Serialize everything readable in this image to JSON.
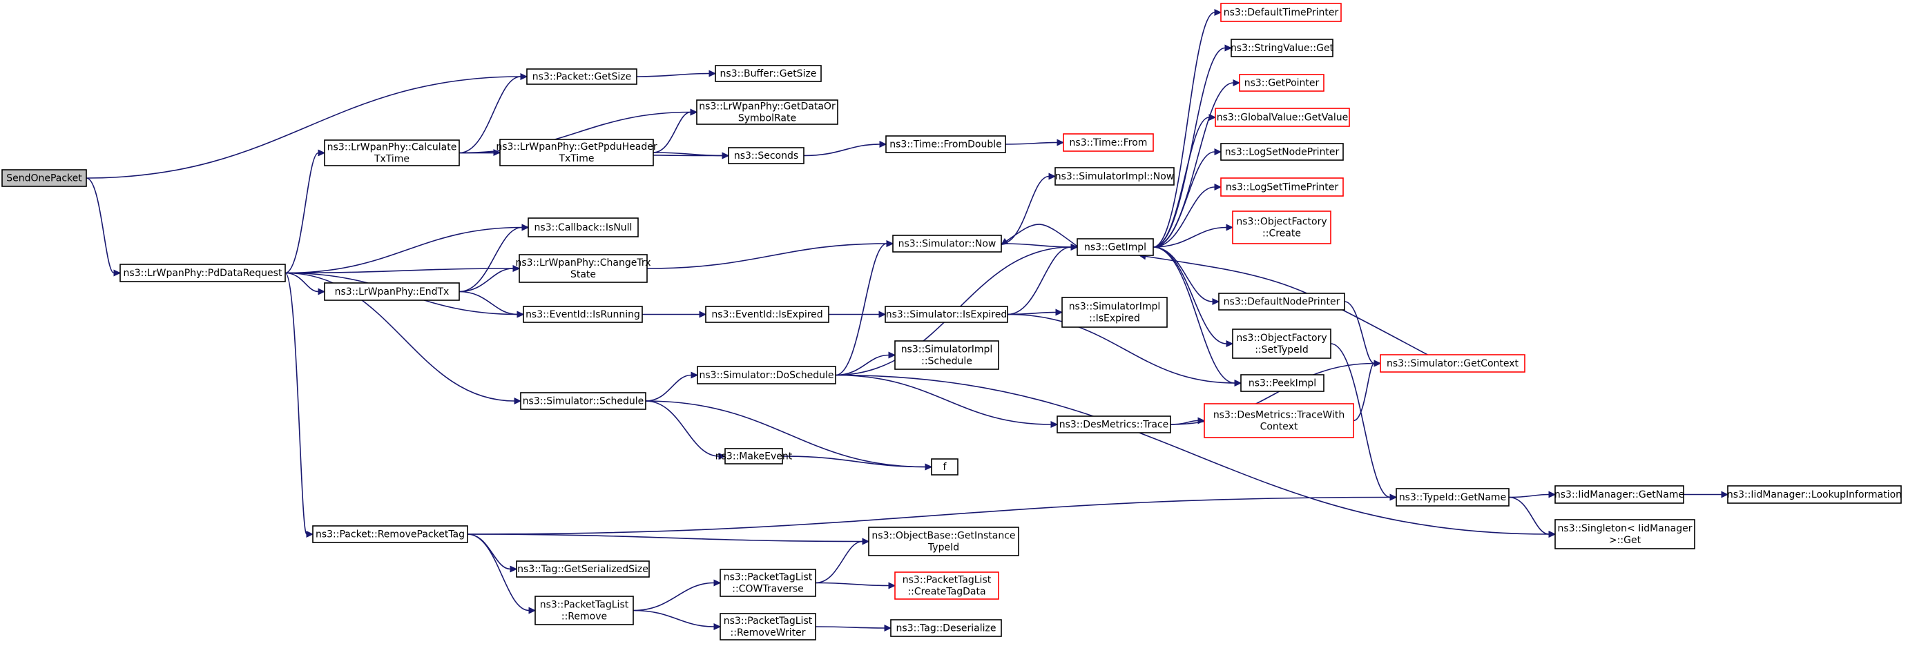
{
  "colors": {
    "edge": "#191970",
    "node_border": "#000000",
    "truncated_border": "#ff0000",
    "root_fill": "#bfbfbf",
    "node_fill": "#ffffff"
  },
  "nodes": [
    {
      "id": "send_one_packet",
      "lines": [
        "SendOnePacket"
      ]
    },
    {
      "id": "pd_data_request",
      "lines": [
        "ns3::LrWpanPhy::PdDataRequest"
      ]
    },
    {
      "id": "packet_get_size",
      "lines": [
        "ns3::Packet::GetSize"
      ]
    },
    {
      "id": "buffer_get_size",
      "lines": [
        "ns3::Buffer::GetSize"
      ]
    },
    {
      "id": "calculate_tx_time",
      "lines": [
        "ns3::LrWpanPhy::Calculate",
        "TxTime"
      ]
    },
    {
      "id": "get_data_or_symbol_rate",
      "lines": [
        "ns3::LrWpanPhy::GetDataOr",
        "SymbolRate"
      ]
    },
    {
      "id": "get_ppdu_header_tx_time",
      "lines": [
        "ns3::LrWpanPhy::GetPpduHeader",
        "TxTime"
      ]
    },
    {
      "id": "seconds",
      "lines": [
        "ns3::Seconds"
      ]
    },
    {
      "id": "time_from_double",
      "lines": [
        "ns3::Time::FromDouble"
      ]
    },
    {
      "id": "time_from",
      "lines": [
        "ns3::Time::From"
      ],
      "truncated": true
    },
    {
      "id": "callback_is_null",
      "lines": [
        "ns3::Callback::IsNull"
      ]
    },
    {
      "id": "change_trx_state",
      "lines": [
        "ns3::LrWpanPhy::ChangeTrx",
        "State"
      ]
    },
    {
      "id": "end_tx",
      "lines": [
        "ns3::LrWpanPhy::EndTx"
      ]
    },
    {
      "id": "event_id_is_running",
      "lines": [
        "ns3::EventId::IsRunning"
      ]
    },
    {
      "id": "event_id_is_expired",
      "lines": [
        "ns3::EventId::IsExpired"
      ]
    },
    {
      "id": "simulator_is_expired",
      "lines": [
        "ns3::Simulator::IsExpired"
      ]
    },
    {
      "id": "simulator_impl_is_expired",
      "lines": [
        "ns3::SimulatorImpl",
        "::IsExpired"
      ]
    },
    {
      "id": "simulator_now",
      "lines": [
        "ns3::Simulator::Now"
      ]
    },
    {
      "id": "simulator_impl_now",
      "lines": [
        "ns3::SimulatorImpl::Now"
      ]
    },
    {
      "id": "get_impl",
      "lines": [
        "ns3::GetImpl"
      ]
    },
    {
      "id": "default_time_printer",
      "lines": [
        "ns3::DefaultTimePrinter"
      ],
      "truncated": true
    },
    {
      "id": "string_value_get",
      "lines": [
        "ns3::StringValue::Get"
      ]
    },
    {
      "id": "get_pointer",
      "lines": [
        "ns3::GetPointer"
      ],
      "truncated": true
    },
    {
      "id": "global_value_get_value",
      "lines": [
        "ns3::GlobalValue::GetValue"
      ],
      "truncated": true
    },
    {
      "id": "log_set_node_printer",
      "lines": [
        "ns3::LogSetNodePrinter"
      ]
    },
    {
      "id": "log_set_time_printer",
      "lines": [
        "ns3::LogSetTimePrinter"
      ],
      "truncated": true
    },
    {
      "id": "object_factory_create",
      "lines": [
        "ns3::ObjectFactory",
        "::Create"
      ],
      "truncated": true
    },
    {
      "id": "default_node_printer",
      "lines": [
        "ns3::DefaultNodePrinter"
      ]
    },
    {
      "id": "object_factory_set_type_id",
      "lines": [
        "ns3::ObjectFactory",
        "::SetTypeId"
      ]
    },
    {
      "id": "peek_impl",
      "lines": [
        "ns3::PeekImpl"
      ]
    },
    {
      "id": "simulator_get_context",
      "lines": [
        "ns3::Simulator::GetContext"
      ],
      "truncated": true
    },
    {
      "id": "simulator_schedule",
      "lines": [
        "ns3::Simulator::Schedule"
      ]
    },
    {
      "id": "simulator_do_schedule",
      "lines": [
        "ns3::Simulator::DoSchedule"
      ]
    },
    {
      "id": "simulator_impl_schedule",
      "lines": [
        "ns3::SimulatorImpl",
        "::Schedule"
      ]
    },
    {
      "id": "des_metrics_trace",
      "lines": [
        "ns3::DesMetrics::Trace"
      ]
    },
    {
      "id": "des_metrics_trace_with_context",
      "lines": [
        "ns3::DesMetrics::TraceWith",
        "Context"
      ],
      "truncated": true
    },
    {
      "id": "make_event",
      "lines": [
        "ns3::MakeEvent"
      ]
    },
    {
      "id": "f",
      "lines": [
        "f"
      ]
    },
    {
      "id": "type_id_get_name",
      "lines": [
        "ns3::TypeId::GetName"
      ]
    },
    {
      "id": "iid_manager_get_name",
      "lines": [
        "ns3::IidManager::GetName"
      ]
    },
    {
      "id": "iid_manager_lookup_information",
      "lines": [
        "ns3::IidManager::LookupInformation"
      ]
    },
    {
      "id": "singleton_get",
      "lines": [
        "ns3::Singleton< IidManager",
        ">::Get"
      ]
    },
    {
      "id": "remove_packet_tag",
      "lines": [
        "ns3::Packet::RemovePacketTag"
      ]
    },
    {
      "id": "object_base_get_instance_type_id",
      "lines": [
        "ns3::ObjectBase::GetInstance",
        "TypeId"
      ]
    },
    {
      "id": "tag_get_serialized_size",
      "lines": [
        "ns3::Tag::GetSerializedSize"
      ]
    },
    {
      "id": "packet_tag_list_remove",
      "lines": [
        "ns3::PacketTagList",
        "::Remove"
      ]
    },
    {
      "id": "packet_tag_list_cow_traverse",
      "lines": [
        "ns3::PacketTagList",
        "::COWTraverse"
      ]
    },
    {
      "id": "packet_tag_list_create_tag_data",
      "lines": [
        "ns3::PacketTagList",
        "::CreateTagData"
      ],
      "truncated": true
    },
    {
      "id": "packet_tag_list_remove_writer",
      "lines": [
        "ns3::PacketTagList",
        "::RemoveWriter"
      ]
    },
    {
      "id": "tag_deserialize",
      "lines": [
        "ns3::Tag::Deserialize"
      ]
    }
  ],
  "edges": [
    [
      "send_one_packet",
      "packet_get_size"
    ],
    [
      "send_one_packet",
      "pd_data_request"
    ],
    [
      "pd_data_request",
      "calculate_tx_time"
    ],
    [
      "pd_data_request",
      "callback_is_null"
    ],
    [
      "pd_data_request",
      "change_trx_state"
    ],
    [
      "pd_data_request",
      "end_tx"
    ],
    [
      "pd_data_request",
      "event_id_is_running"
    ],
    [
      "pd_data_request",
      "simulator_schedule"
    ],
    [
      "pd_data_request",
      "remove_packet_tag"
    ],
    [
      "calculate_tx_time",
      "packet_get_size"
    ],
    [
      "calculate_tx_time",
      "get_data_or_symbol_rate"
    ],
    [
      "calculate_tx_time",
      "get_ppdu_header_tx_time"
    ],
    [
      "calculate_tx_time",
      "seconds"
    ],
    [
      "get_ppdu_header_tx_time",
      "get_data_or_symbol_rate"
    ],
    [
      "get_ppdu_header_tx_time",
      "seconds"
    ],
    [
      "packet_get_size",
      "buffer_get_size"
    ],
    [
      "seconds",
      "time_from_double"
    ],
    [
      "time_from_double",
      "time_from"
    ],
    [
      "end_tx",
      "callback_is_null"
    ],
    [
      "end_tx",
      "change_trx_state"
    ],
    [
      "end_tx",
      "event_id_is_running"
    ],
    [
      "change_trx_state",
      "simulator_now"
    ],
    [
      "event_id_is_running",
      "event_id_is_expired"
    ],
    [
      "event_id_is_expired",
      "simulator_is_expired"
    ],
    [
      "simulator_is_expired",
      "get_impl"
    ],
    [
      "simulator_is_expired",
      "simulator_impl_is_expired"
    ],
    [
      "simulator_is_expired",
      "peek_impl"
    ],
    [
      "simulator_now",
      "simulator_impl_now"
    ],
    [
      "simulator_now",
      "get_impl"
    ],
    [
      "get_impl",
      "default_time_printer"
    ],
    [
      "get_impl",
      "string_value_get"
    ],
    [
      "get_impl",
      "get_pointer"
    ],
    [
      "get_impl",
      "global_value_get_value"
    ],
    [
      "get_impl",
      "log_set_node_printer"
    ],
    [
      "get_impl",
      "log_set_time_printer"
    ],
    [
      "get_impl",
      "object_factory_create"
    ],
    [
      "get_impl",
      "default_node_printer"
    ],
    [
      "get_impl",
      "object_factory_set_type_id"
    ],
    [
      "get_impl",
      "peek_impl"
    ],
    [
      "get_impl",
      "simulator_now"
    ],
    [
      "default_node_printer",
      "simulator_get_context"
    ],
    [
      "simulator_get_context",
      "get_impl"
    ],
    [
      "object_factory_set_type_id",
      "type_id_get_name"
    ],
    [
      "simulator_schedule",
      "simulator_do_schedule"
    ],
    [
      "simulator_schedule",
      "make_event"
    ],
    [
      "simulator_schedule",
      "f"
    ],
    [
      "make_event",
      "f"
    ],
    [
      "simulator_do_schedule",
      "simulator_now"
    ],
    [
      "simulator_do_schedule",
      "get_impl"
    ],
    [
      "simulator_do_schedule",
      "simulator_impl_schedule"
    ],
    [
      "simulator_do_schedule",
      "des_metrics_trace"
    ],
    [
      "simulator_do_schedule",
      "singleton_get"
    ],
    [
      "des_metrics_trace",
      "des_metrics_trace_with_context"
    ],
    [
      "des_metrics_trace",
      "simulator_get_context"
    ],
    [
      "des_metrics_trace_with_context",
      "simulator_get_context"
    ],
    [
      "type_id_get_name",
      "iid_manager_get_name"
    ],
    [
      "type_id_get_name",
      "singleton_get"
    ],
    [
      "iid_manager_get_name",
      "iid_manager_lookup_information"
    ],
    [
      "remove_packet_tag",
      "type_id_get_name"
    ],
    [
      "remove_packet_tag",
      "object_base_get_instance_type_id"
    ],
    [
      "remove_packet_tag",
      "tag_get_serialized_size"
    ],
    [
      "remove_packet_tag",
      "packet_tag_list_remove"
    ],
    [
      "packet_tag_list_remove",
      "packet_tag_list_cow_traverse"
    ],
    [
      "packet_tag_list_remove",
      "packet_tag_list_remove_writer"
    ],
    [
      "packet_tag_list_cow_traverse",
      "object_base_get_instance_type_id"
    ],
    [
      "packet_tag_list_cow_traverse",
      "packet_tag_list_create_tag_data"
    ],
    [
      "packet_tag_list_remove_writer",
      "tag_deserialize"
    ]
  ]
}
